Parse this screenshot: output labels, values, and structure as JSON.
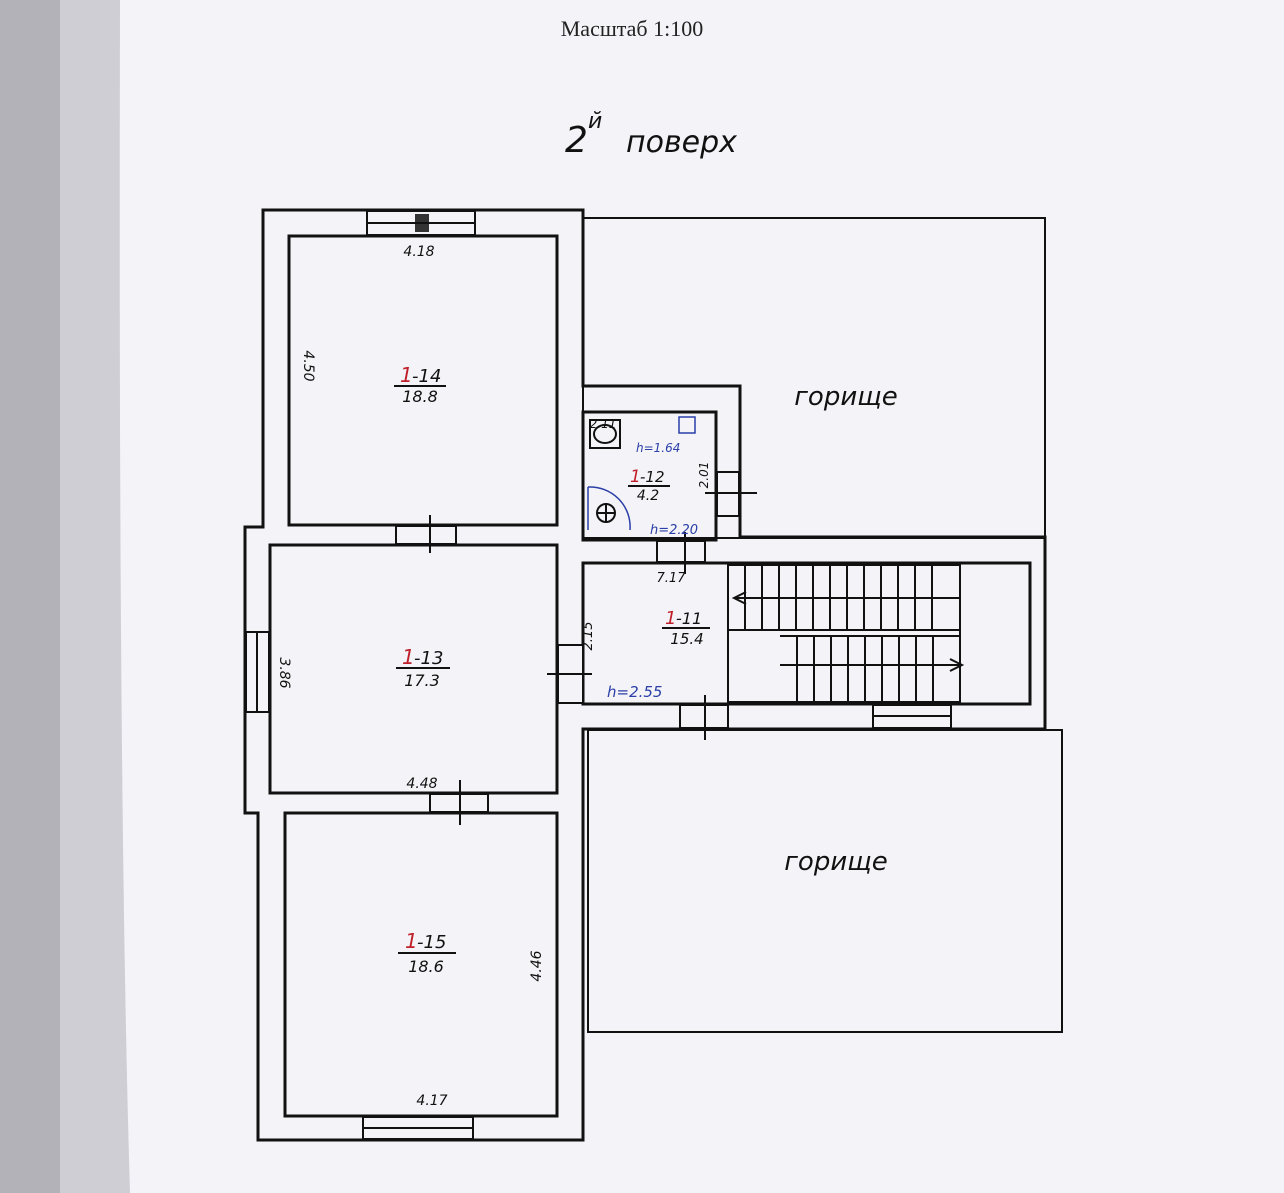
{
  "header": {
    "scale": "Масштаб 1:100"
  },
  "plan": {
    "floor_title": "2й поверх",
    "floor_title_num": "2",
    "floor_title_sup": "й",
    "floor_title_word": "поверх",
    "attic_label": "горище",
    "rooms": [
      {
        "id": "1-14",
        "num": "1",
        "suffix": "-14",
        "area": "18.8"
      },
      {
        "id": "1-13",
        "num": "1",
        "suffix": "-13",
        "area": "17.3"
      },
      {
        "id": "1-15",
        "num": "1",
        "suffix": "-15",
        "area": "18.6"
      },
      {
        "id": "1-12",
        "num": "1",
        "suffix": "-12",
        "area": "4.2"
      },
      {
        "id": "1-11",
        "num": "1",
        "suffix": "-11",
        "area": "15.4"
      }
    ],
    "dimensions": {
      "d_418": "4.18",
      "d_450": "4.50",
      "d_386": "3.86",
      "d_448": "4.48",
      "d_446": "4.46",
      "d_417": "4.17",
      "d_211": "2.11",
      "d_201": "2.01",
      "d_717": "7.17",
      "d_215": "2.15"
    },
    "heights": {
      "h_164": "h=1.64",
      "h_220": "h=2.20",
      "h_255": "h=2.55"
    }
  },
  "colors": {
    "paper": "#f3f2f6",
    "ink": "#111111",
    "red": "#c0202a",
    "blue": "#2a3fa8"
  }
}
